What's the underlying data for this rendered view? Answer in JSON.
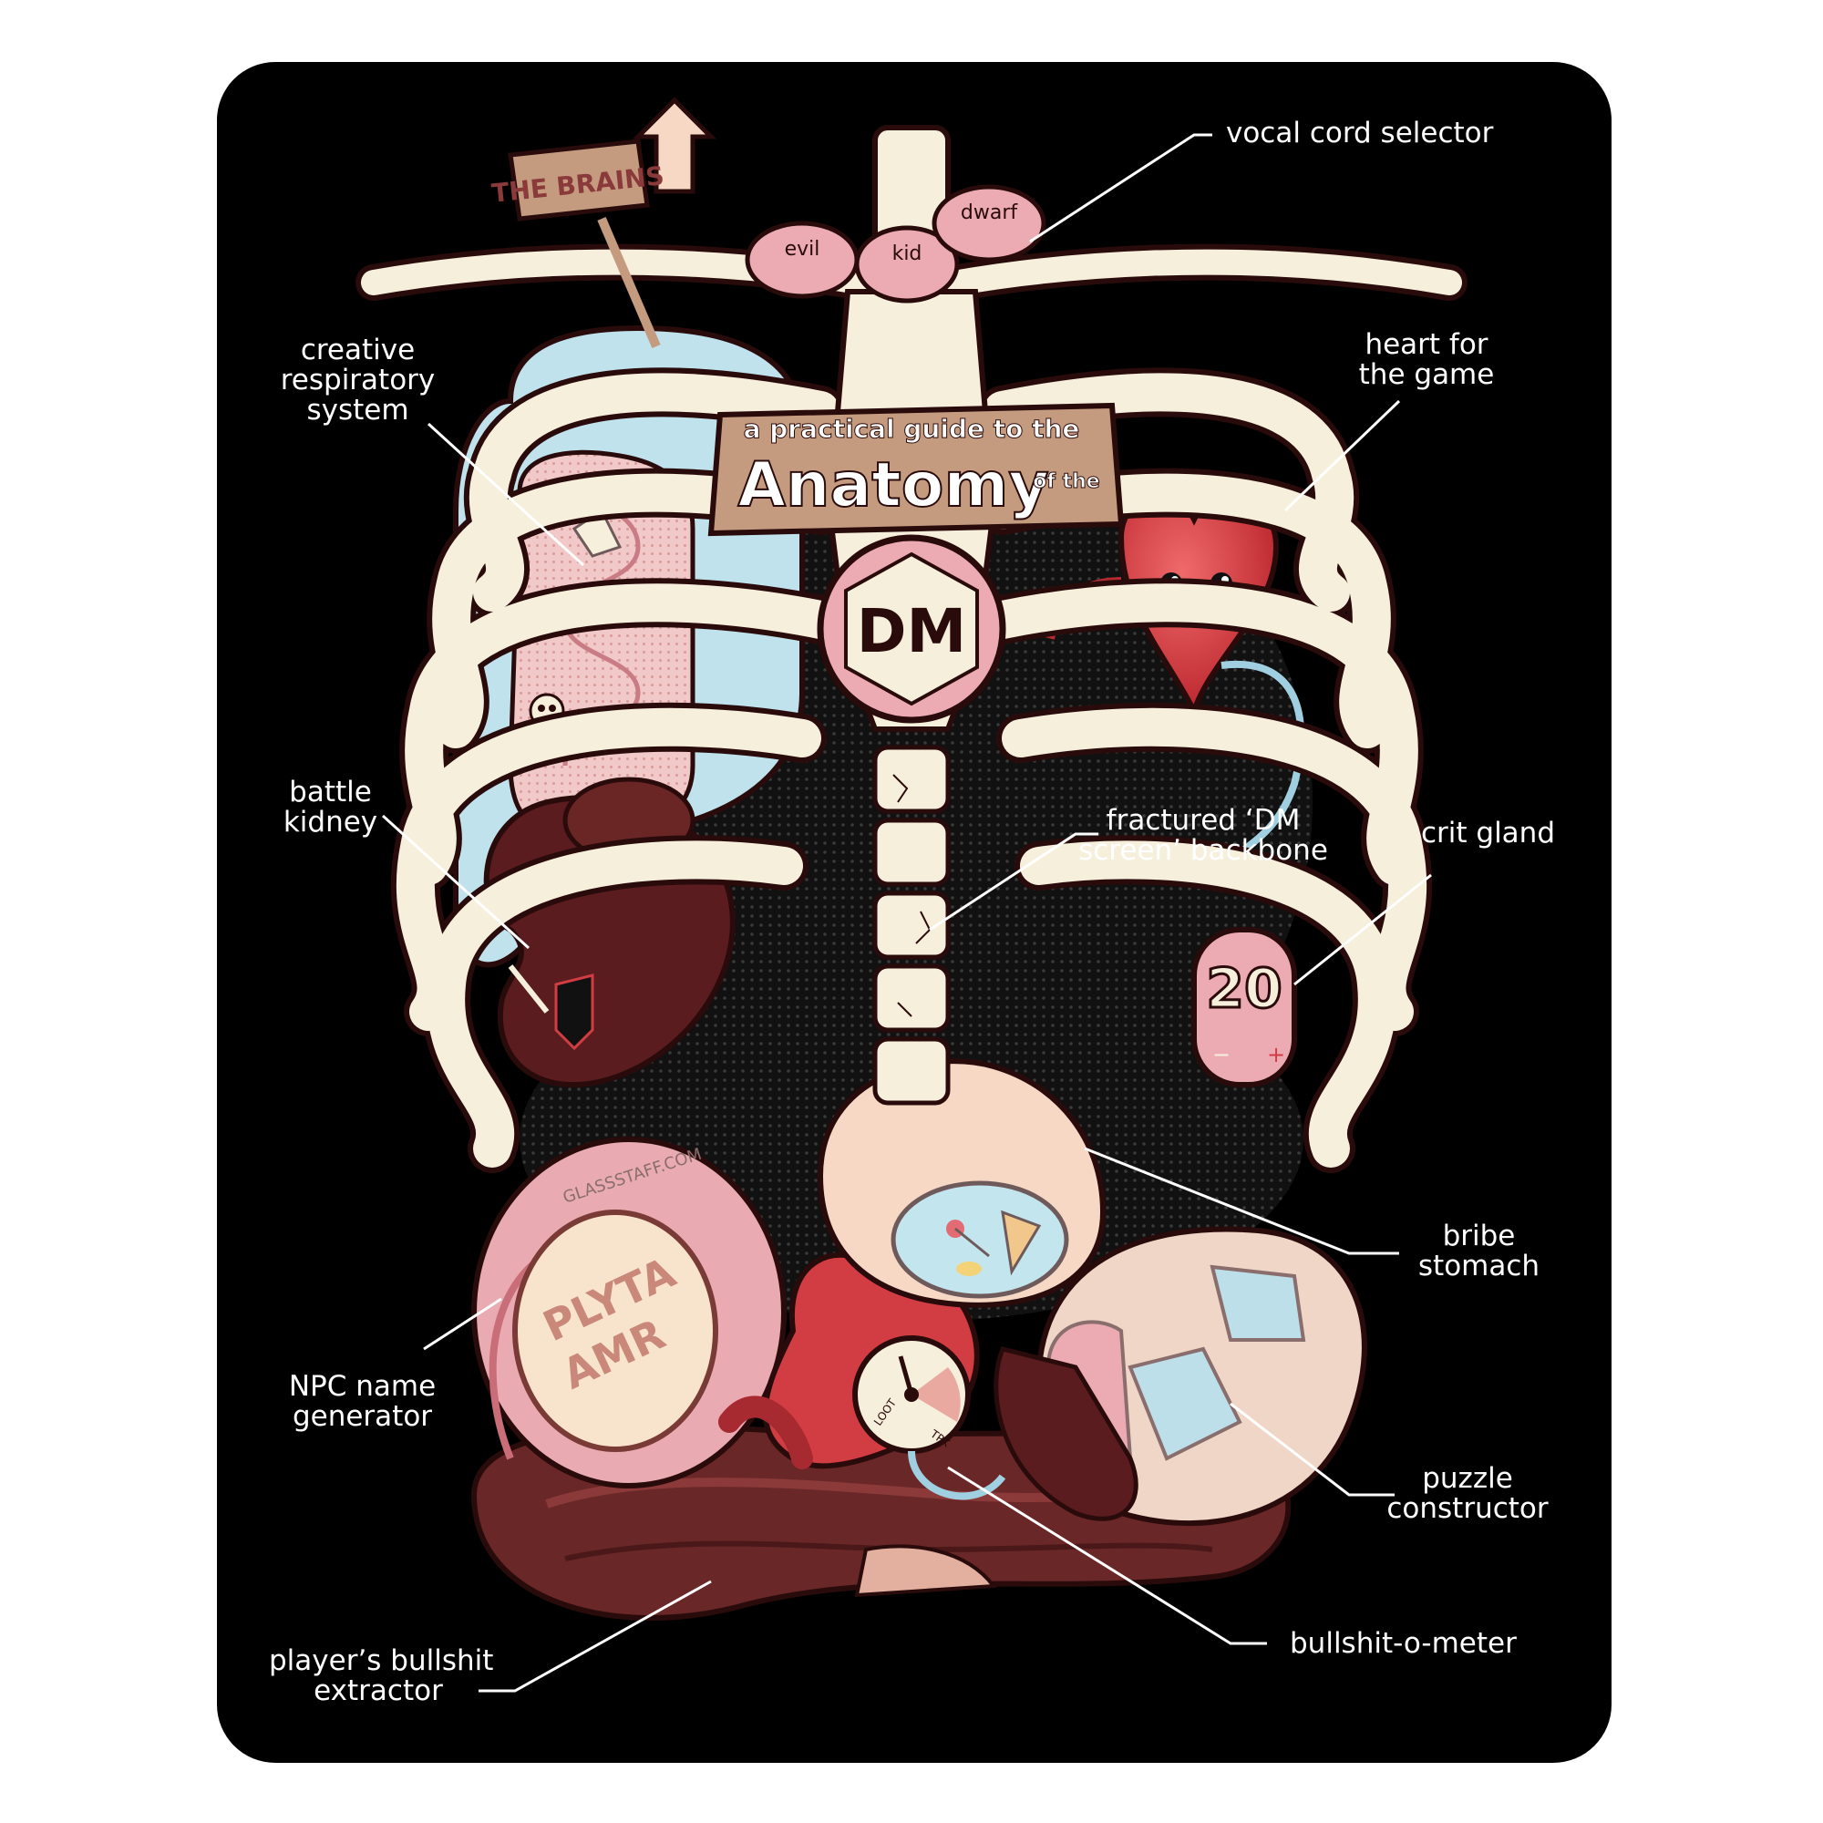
{
  "title": {
    "line1": "a practical guide to the",
    "line2": "Anatomy",
    "of_the": "of the",
    "badge": "DM"
  },
  "brains_sign": "THE BRAINS",
  "voices": [
    "evil",
    "kid",
    "dwarf"
  ],
  "signature": "GLASSSTAFF.COM",
  "crit_gland_value": "20",
  "gauge": {
    "left": "LOOT",
    "right": "TPK"
  },
  "labels": {
    "vocal": "vocal cord selector",
    "heart": [
      "heart for",
      "the game"
    ],
    "respiratory": [
      "creative",
      "respiratory",
      "system"
    ],
    "kidney": [
      "battle",
      "kidney"
    ],
    "backbone": [
      "fractured ‘DM",
      "screen’ backbone"
    ],
    "crit": "crit gland",
    "stomach": [
      "bribe",
      "stomach"
    ],
    "npc": [
      "NPC name",
      "generator"
    ],
    "puzzle": [
      "puzzle",
      "constructor"
    ],
    "meter": "bullshit-o-meter",
    "extractor": [
      "player’s bullshit",
      "extractor"
    ]
  },
  "colors": {
    "bone": "#f6efdc",
    "bone_shadow": "#d8c2a8",
    "lung": "#b9dfea",
    "organ_pink": "#e7a3ae",
    "heart_red": "#d9343c",
    "dark_organ": "#5a1c1e",
    "intestine": "#6e2b2b",
    "wood": "#c59b80"
  }
}
